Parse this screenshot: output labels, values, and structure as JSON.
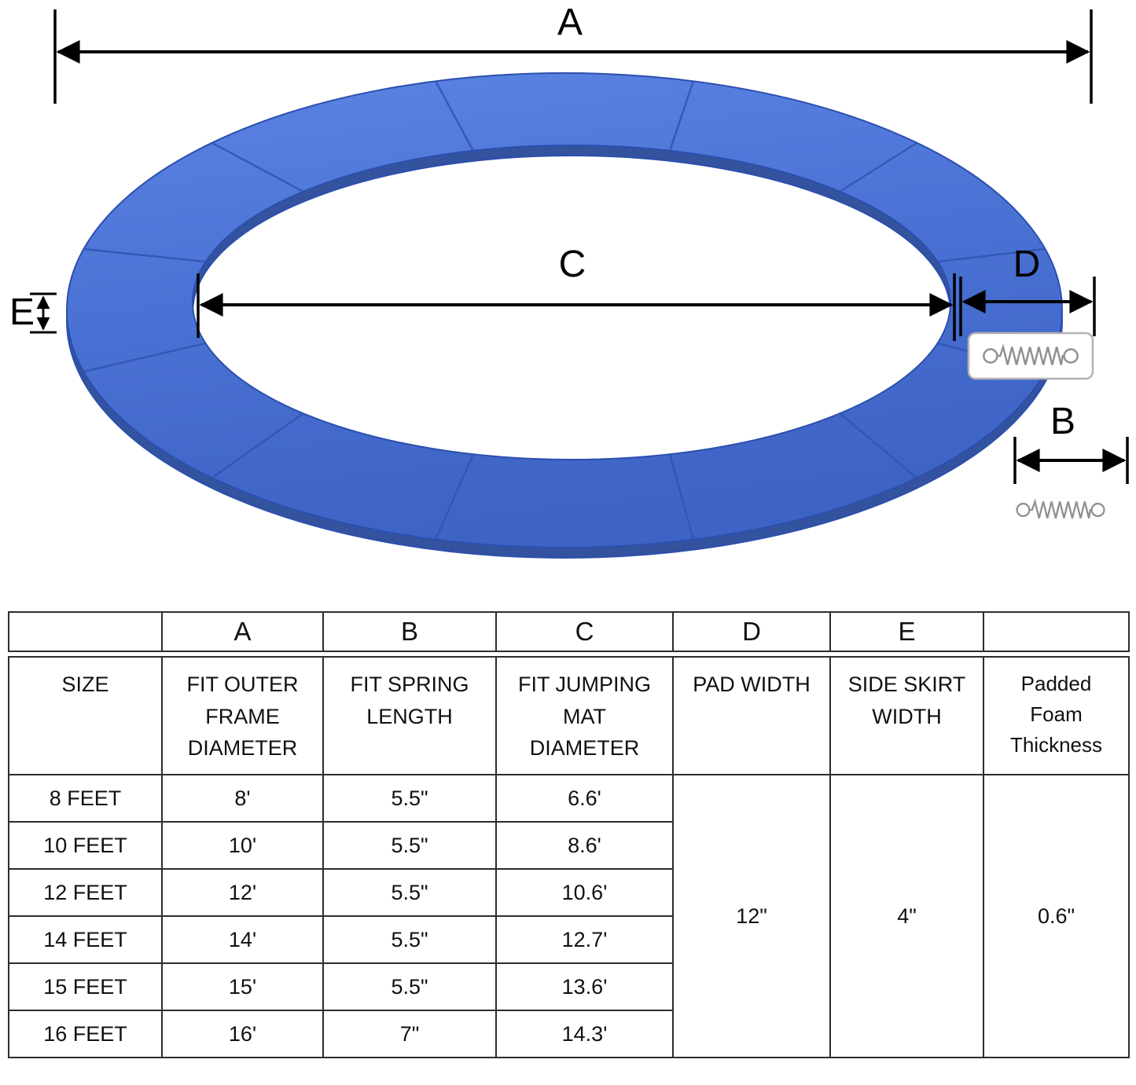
{
  "diagram": {
    "labels": {
      "A": "A",
      "B": "B",
      "C": "C",
      "D": "D",
      "E": "E"
    },
    "colors": {
      "pad": "#4a72d4",
      "pad_edge": "#2c4fae",
      "skirt": "#33539f",
      "seam": "#2f54b4",
      "spring": "#909090",
      "table_border": "#2d2d2d",
      "text": "#111111"
    }
  },
  "table": {
    "letter_row": [
      "",
      "A",
      "B",
      "C",
      "D",
      "E",
      ""
    ],
    "header_row": [
      "SIZE",
      "FIT OUTER\nFRAME\nDIAMETER",
      "FIT SPRING\nLENGTH",
      "FIT JUMPING\nMAT\nDIAMETER",
      "PAD WIDTH",
      "SIDE SKIRT\nWIDTH",
      "Padded\nFoam\nThickness"
    ],
    "rows": [
      {
        "size": "8 FEET",
        "a": "8'",
        "b": "5.5\"",
        "c": "6.6'"
      },
      {
        "size": "10 FEET",
        "a": "10'",
        "b": "5.5\"",
        "c": "8.6'"
      },
      {
        "size": "12 FEET",
        "a": "12'",
        "b": "5.5\"",
        "c": "10.6'"
      },
      {
        "size": "14 FEET",
        "a": "14'",
        "b": "5.5\"",
        "c": "12.7'"
      },
      {
        "size": "15 FEET",
        "a": "15'",
        "b": "5.5\"",
        "c": "13.6'"
      },
      {
        "size": "16 FEET",
        "a": "16'",
        "b": "7\"",
        "c": "14.3'"
      }
    ],
    "merged": {
      "pad_width": "12\"",
      "side_skirt_width": "4\"",
      "foam_thickness": "0.6\""
    }
  }
}
